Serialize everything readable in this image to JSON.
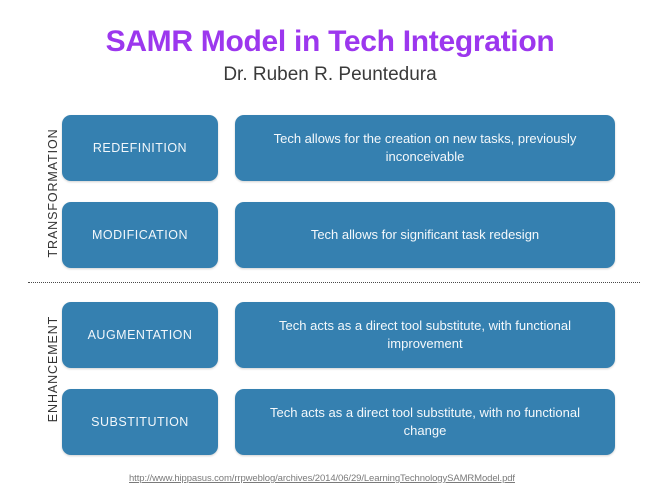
{
  "header": {
    "title": "SAMR Model in Tech Integration",
    "subtitle": "Dr. Ruben R. Peuntedura",
    "title_color": "#9c37ee",
    "subtitle_color": "#3a3a3a"
  },
  "theme": {
    "box_fill": "#3580b0",
    "box_text": "#f2f7fb",
    "background": "#ffffff",
    "divider_color": "#4a4a4a"
  },
  "sections": [
    {
      "label": "TRANSFORMATION",
      "rows": [
        0,
        1
      ]
    },
    {
      "label": "ENHANCEMENT",
      "rows": [
        2,
        3
      ]
    }
  ],
  "rows": [
    {
      "level": "REDEFINITION",
      "description": "Tech allows for the creation on new tasks, previously inconceivable"
    },
    {
      "level": "MODIFICATION",
      "description": "Tech allows for significant task redesign"
    },
    {
      "level": "AUGMENTATION",
      "description": "Tech acts as a direct tool substitute, with functional improvement"
    },
    {
      "level": "SUBSTITUTION",
      "description": "Tech acts as a direct tool substitute, with no functional change"
    }
  ],
  "footer": {
    "url": "http://www.hippasus.com/rrpweblog/archives/2014/06/29/LearningTechnologySAMRModel.pdf"
  }
}
